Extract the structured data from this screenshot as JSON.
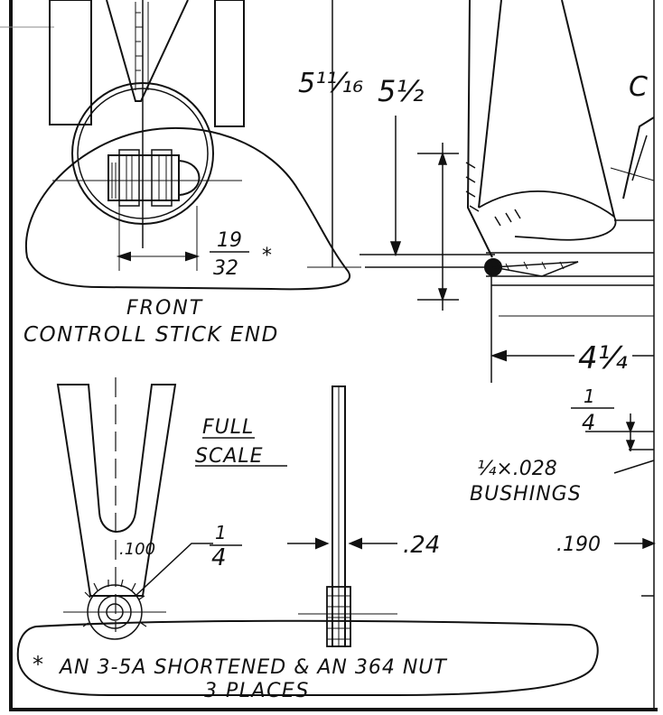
{
  "dimensions": {
    "height_a": "5¹¹⁄₁₆",
    "height_b": "5¹⁄₂",
    "frac_19_num": "19",
    "frac_19_den": "32",
    "asterisk": "*",
    "width_4_1_4": "4¹⁄₄",
    "quarter_num": "1",
    "quarter_den": "4",
    "bushing_line1": "¼×.028",
    "bushing_line2": "BUSHINGS",
    "dim_100": ".100",
    "quarter2_num": "1",
    "quarter2_den": "4",
    "dim_24": ".24",
    "dim_190": ".190"
  },
  "labels": {
    "corner_letter": "C",
    "front": "FRONT",
    "front_sub": "CONTROLL STICK END",
    "full": "FULL",
    "scale": "SCALE",
    "note_line1": "AN 3-5A SHORTENED & AN 364 NUT",
    "note_line2": "3 PLACES",
    "note_marker": "*"
  },
  "colors": {
    "ink": "#111111",
    "paper": "#ffffff"
  }
}
